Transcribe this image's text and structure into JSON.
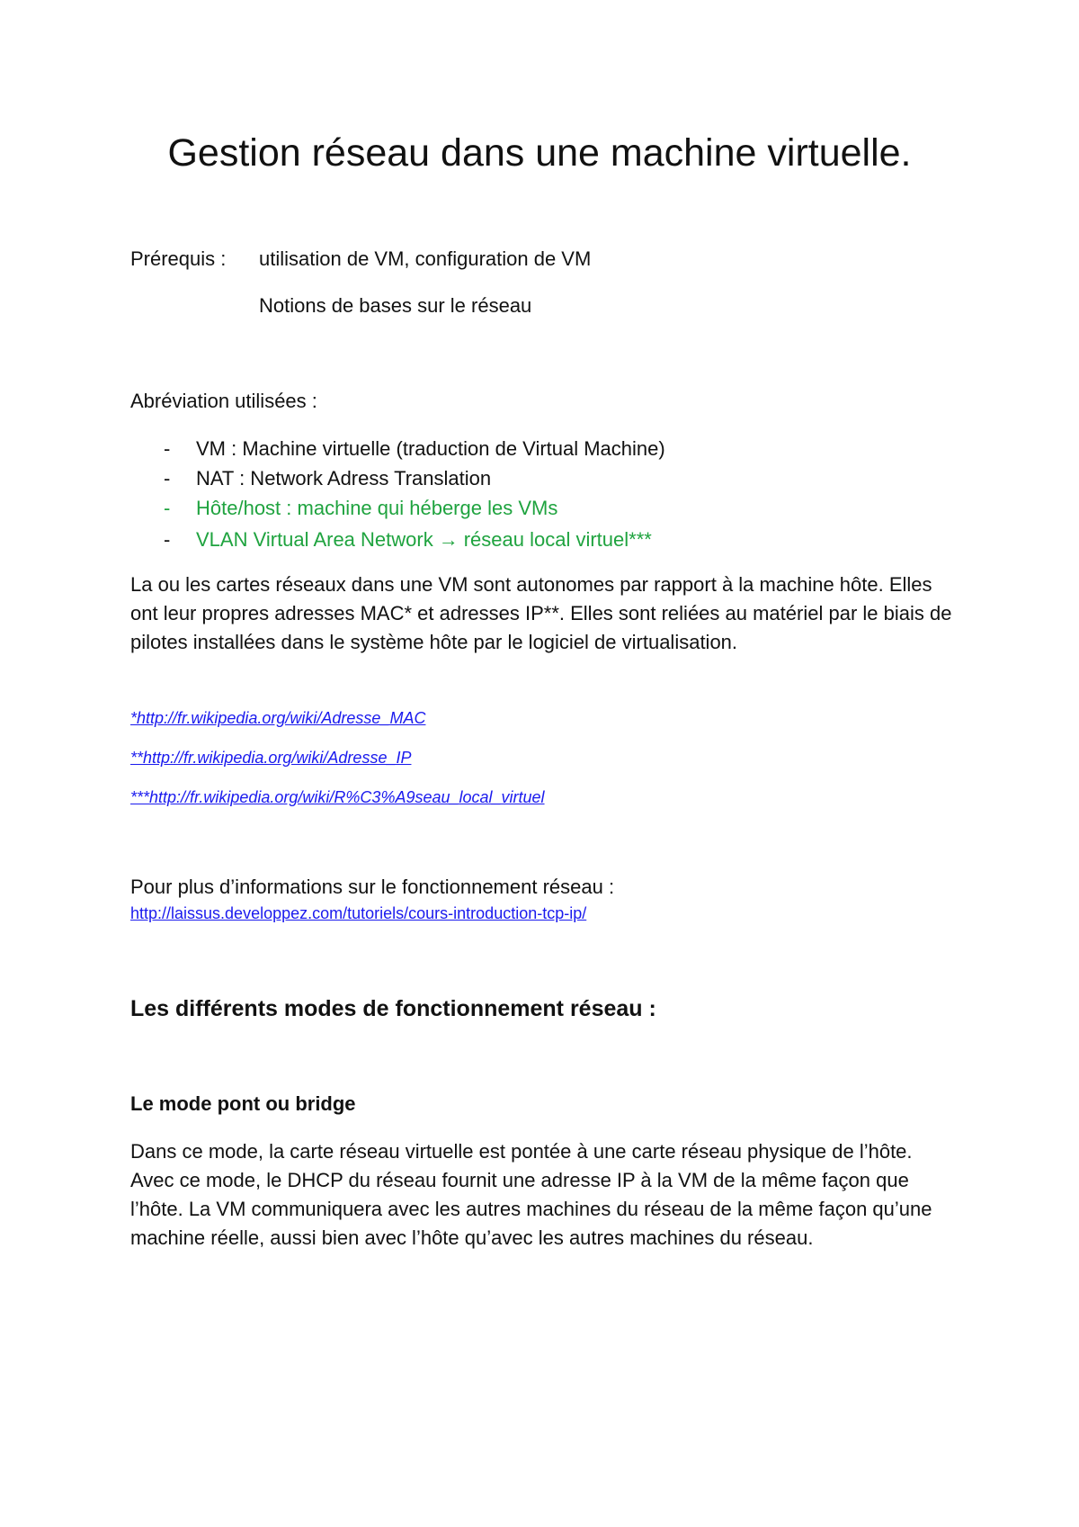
{
  "title": "Gestion réseau dans une machine virtuelle.",
  "prerequis": {
    "label": "Prérequis :",
    "line1": "utilisation de VM, configuration de VM",
    "line2": "Notions de bases sur le réseau"
  },
  "abreviations": {
    "heading": "Abréviation utilisées :",
    "items": [
      {
        "dash": "-",
        "text": "VM : Machine virtuelle (traduction de Virtual Machine)"
      },
      {
        "dash": "-",
        "text": "NAT : Network Adress Translation"
      },
      {
        "dash": "-",
        "text": "Hôte/host : machine qui héberge les VMs"
      },
      {
        "dash": "-",
        "text_before": "VLAN Virtual Area Network",
        "arrow": "→",
        "text_after": "réseau local virtuel***"
      }
    ]
  },
  "intro_paragraph": "La ou les cartes réseaux dans une VM  sont autonomes par rapport à la machine hôte. Elles ont leur propres adresses MAC* et adresses IP**. Elles sont reliées au matériel par le biais de pilotes installées dans le système hôte par le logiciel de virtualisation.",
  "footnote_links": [
    "*http://fr.wikipedia.org/wiki/Adresse_MAC",
    "**http://fr.wikipedia.org/wiki/Adresse_IP",
    "***http://fr.wikipedia.org/wiki/R%C3%A9seau_local_virtuel"
  ],
  "more_info": {
    "text": "Pour plus d’informations sur le fonctionnement réseau :",
    "link": "http://laissus.developpez.com/tutoriels/cours-introduction-tcp-ip/"
  },
  "section_heading": "Les différents modes de fonctionnement réseau :",
  "bridge": {
    "heading": "Le mode pont ou bridge",
    "paragraph": "Dans ce mode, la carte réseau virtuelle est pontée à une carte réseau physique de l’hôte. Avec ce mode, le DHCP du  réseau fournit une adresse IP à la VM de la même façon que l’hôte. La VM communiquera avec les autres machines du réseau de la même façon qu’une machine réelle, aussi bien avec l’hôte qu’avec les autres machines du réseau."
  },
  "colors": {
    "text": "#111111",
    "green": "#1fa33f",
    "link": "#1a1aee"
  }
}
